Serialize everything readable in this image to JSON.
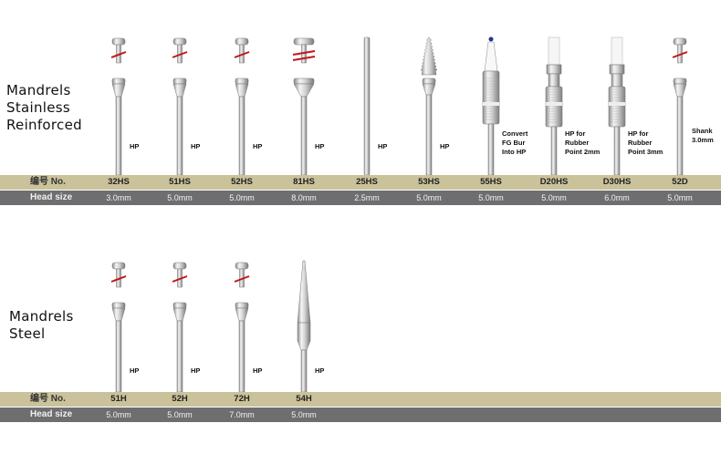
{
  "sections": [
    {
      "title_lines": [
        "Mandrels",
        "Stainless",
        "Reinforced"
      ],
      "row_no_label": "编号 No.",
      "row_size_label": "Head size",
      "items": [
        {
          "code": "32HS",
          "size": "3.0mm",
          "note": "HP",
          "icon": "screw-mandrel-icon"
        },
        {
          "code": "51HS",
          "size": "5.0mm",
          "note": "HP",
          "icon": "screw-mandrel-icon"
        },
        {
          "code": "52HS",
          "size": "5.0mm",
          "note": "HP",
          "icon": "screw-mandrel-icon"
        },
        {
          "code": "81HS",
          "size": "8.0mm",
          "note": "HP",
          "icon": "double-screw-mandrel-icon"
        },
        {
          "code": "25HS",
          "size": "2.5mm",
          "note": "HP",
          "icon": "straight-rod-icon"
        },
        {
          "code": "53HS",
          "size": "5.0mm",
          "note": "HP",
          "icon": "threaded-cone-mandrel-icon"
        },
        {
          "code": "55HS",
          "size": "5.0mm",
          "note": "Convert\nFG Bur\nInto HP",
          "icon": "fg-converter-icon"
        },
        {
          "code": "D20HS",
          "size": "5.0mm",
          "note": "HP for\nRubber\nPoint 2mm",
          "icon": "rubber-point-holder-icon"
        },
        {
          "code": "D30HS",
          "size": "6.0mm",
          "note": "HP for\nRubber\nPoint 3mm",
          "icon": "rubber-point-holder-icon"
        },
        {
          "code": "52D",
          "size": "5.0mm",
          "note": "Shank\n3.0mm",
          "icon": "screw-mandrel-icon"
        }
      ]
    },
    {
      "title_lines": [
        "Mandrels",
        "Steel"
      ],
      "row_no_label": "编号 No.",
      "row_size_label": "Head size",
      "items": [
        {
          "code": "51H",
          "size": "5.0mm",
          "note": "HP",
          "icon": "screw-mandrel-icon"
        },
        {
          "code": "52H",
          "size": "5.0mm",
          "note": "HP",
          "icon": "screw-mandrel-icon"
        },
        {
          "code": "72H",
          "size": "7.0mm",
          "note": "HP",
          "icon": "screw-mandrel-icon"
        },
        {
          "code": "54H",
          "size": "5.0mm",
          "note": "HP",
          "icon": "tapered-mandrel-icon"
        }
      ]
    }
  ]
}
